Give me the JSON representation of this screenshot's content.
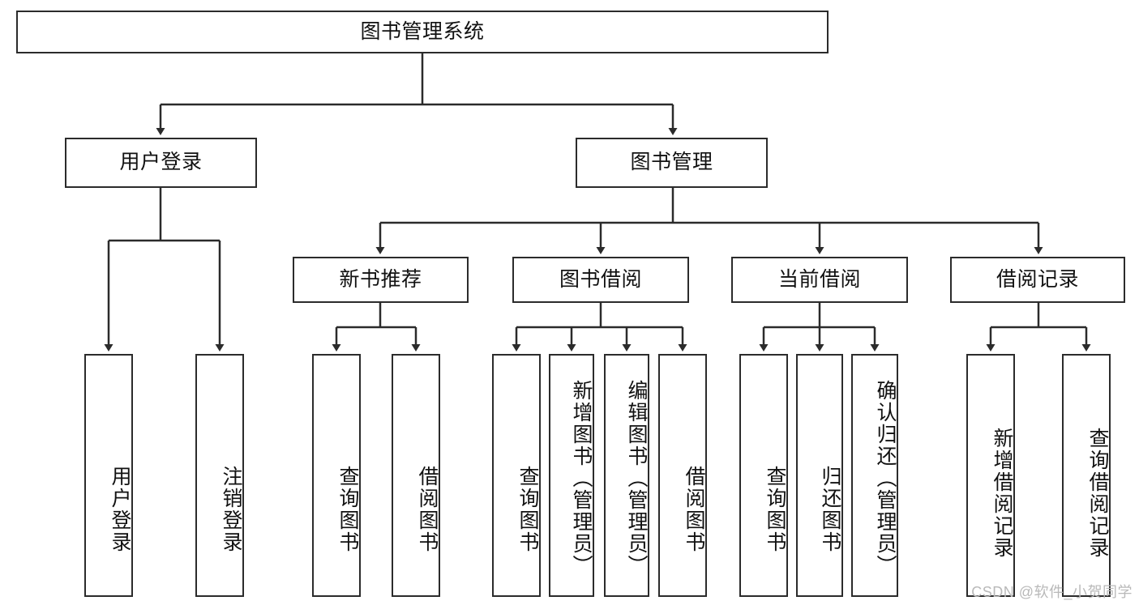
{
  "diagram": {
    "title": "图书管理系统",
    "type": "tree",
    "watermark": "CSDN @软件_小贺同学",
    "stroke_color": "#2b2b2b",
    "fill_color": "#ffffff",
    "text_color": "#111111",
    "watermark_color": "#b9b9b9"
  },
  "nodes": {
    "root": {
      "label": "图书管理系统",
      "level": 1,
      "orientation": "horizontal"
    },
    "l2": [
      {
        "label": "用户登录",
        "level": 2,
        "orientation": "horizontal"
      },
      {
        "label": "图书管理",
        "level": 2,
        "orientation": "horizontal"
      }
    ],
    "l3": [
      {
        "label": "新书推荐",
        "level": 3,
        "orientation": "horizontal"
      },
      {
        "label": "图书借阅",
        "level": 3,
        "orientation": "horizontal"
      },
      {
        "label": "当前借阅",
        "level": 3,
        "orientation": "horizontal"
      },
      {
        "label": "借阅记录",
        "level": 3,
        "orientation": "horizontal"
      }
    ],
    "leaves": [
      {
        "label": "用户登录",
        "parent": "用户登录",
        "orientation": "vertical"
      },
      {
        "label": "注销登录",
        "parent": "用户登录",
        "orientation": "vertical"
      },
      {
        "label": "查询图书",
        "parent": "新书推荐",
        "orientation": "vertical"
      },
      {
        "label": "借阅图书",
        "parent": "新书推荐",
        "orientation": "vertical"
      },
      {
        "label": "查询图书",
        "parent": "图书借阅",
        "orientation": "vertical"
      },
      {
        "label": "新增图书（管理员）",
        "parent": "图书借阅",
        "orientation": "vertical"
      },
      {
        "label": "编辑图书（管理员）",
        "parent": "图书借阅",
        "orientation": "vertical"
      },
      {
        "label": "借阅图书",
        "parent": "图书借阅",
        "orientation": "vertical"
      },
      {
        "label": "查询图书",
        "parent": "当前借阅",
        "orientation": "vertical"
      },
      {
        "label": "归还图书",
        "parent": "当前借阅",
        "orientation": "vertical"
      },
      {
        "label": "确认归还（管理员）",
        "parent": "当前借阅",
        "orientation": "vertical"
      },
      {
        "label": "新增借阅记录",
        "parent": "借阅记录",
        "orientation": "vertical"
      },
      {
        "label": "查询借阅记录",
        "parent": "借阅记录",
        "orientation": "vertical"
      }
    ]
  }
}
